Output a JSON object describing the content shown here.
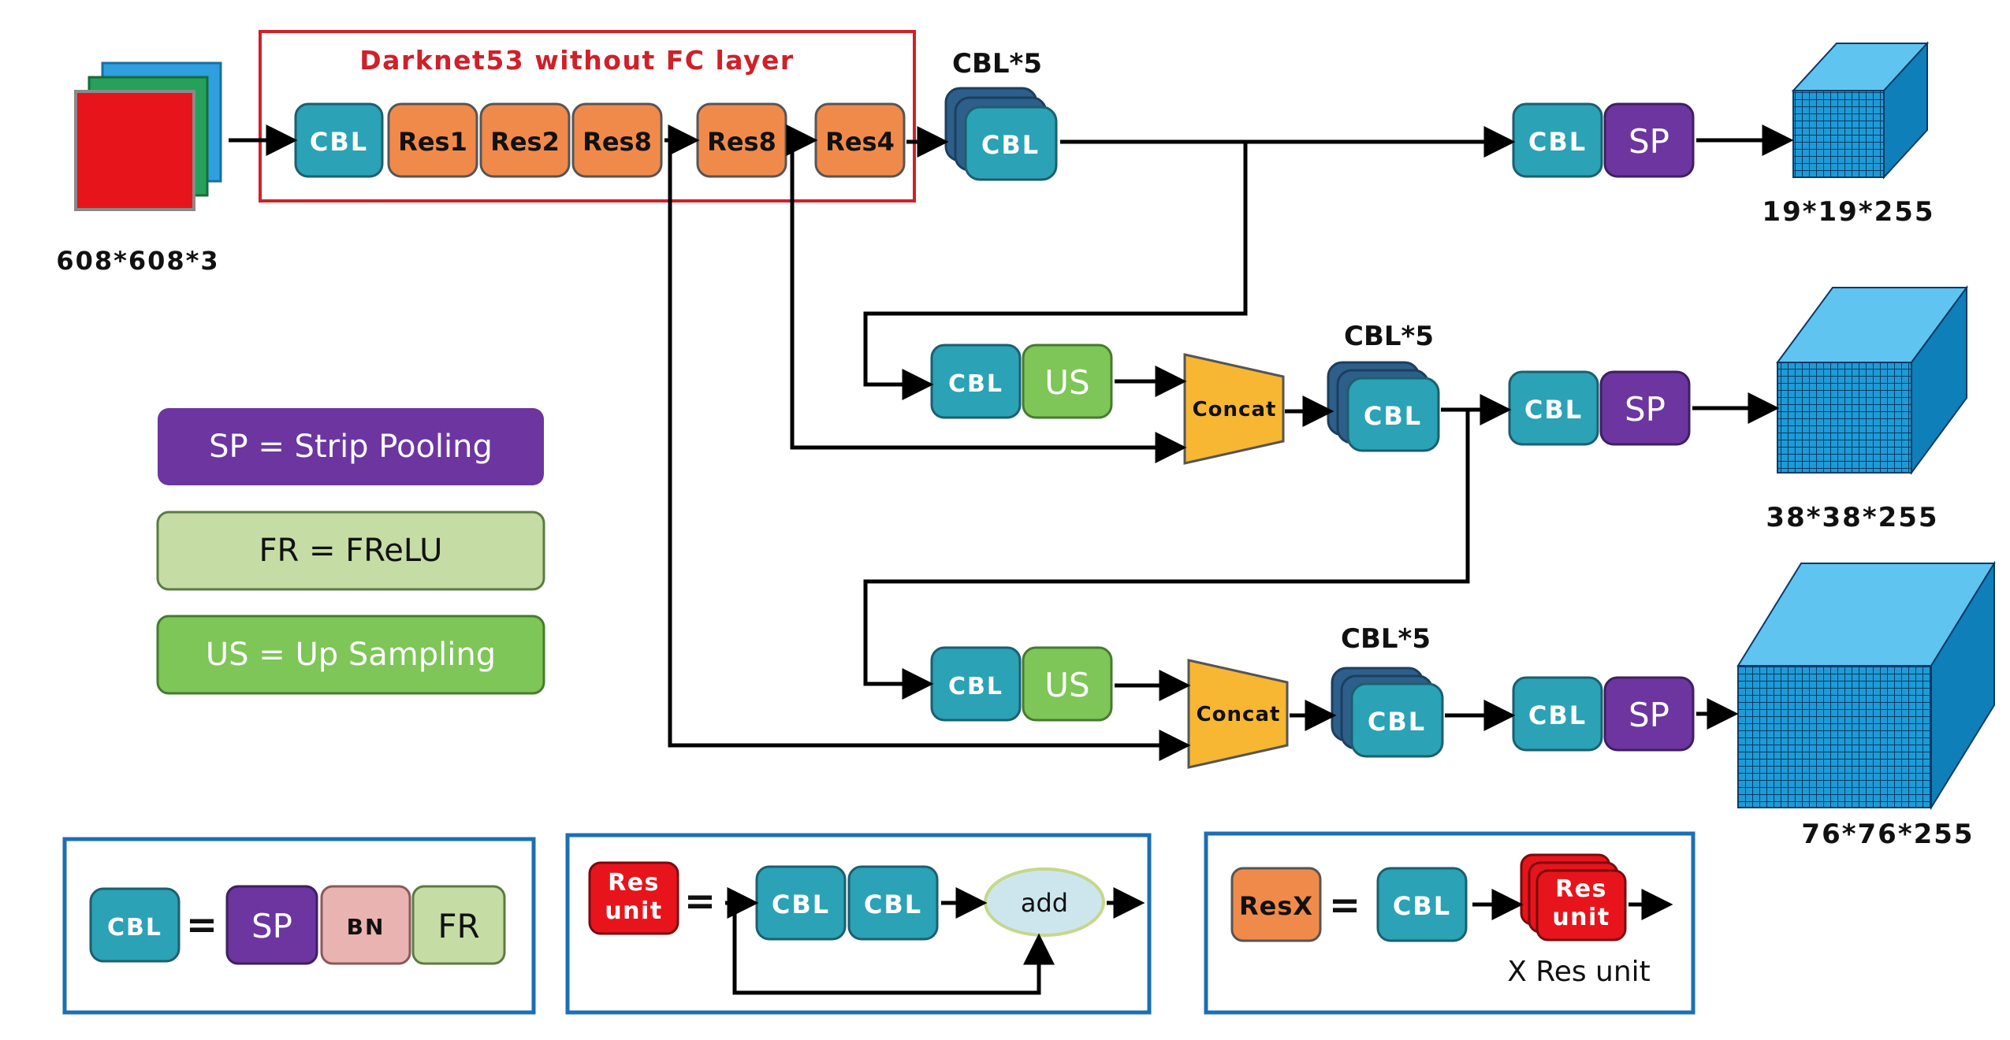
{
  "backbone_title": "Darknet53 without FC layer",
  "input_dims": "608*608*3",
  "block_labels": {
    "cbl": "CBL",
    "res1": "Res1",
    "res2": "Res2",
    "res8": "Res8",
    "res4": "Res4",
    "sp": "SP",
    "us": "US",
    "concat": "Concat",
    "bn": "BN",
    "fr": "FR"
  },
  "stack_label": "CBL*5",
  "outputs": [
    "19*19*255",
    "38*38*255",
    "76*76*255"
  ],
  "legend": {
    "sp": "SP = Strip Pooling",
    "fr": "FR = FReLU",
    "us": "US = Up Sampling"
  },
  "defs": {
    "equals": "=",
    "res_unit_line1": "Res",
    "res_unit_line2": "unit",
    "add": "add",
    "resx": "ResX",
    "x_res_unit": "X Res unit"
  },
  "colors": {
    "cbl": "#2ba2b5",
    "res": "#f08a4b",
    "sp": "#6c35a0",
    "us": "#7dc657",
    "concat": "#f7b733",
    "bn": "#e8b3b1",
    "fr": "#c6dca5",
    "res_unit": "#e8141b",
    "title_red": "#d0202a",
    "frame_blue": "#1c6fb2",
    "cube": "#1e9bd6"
  }
}
